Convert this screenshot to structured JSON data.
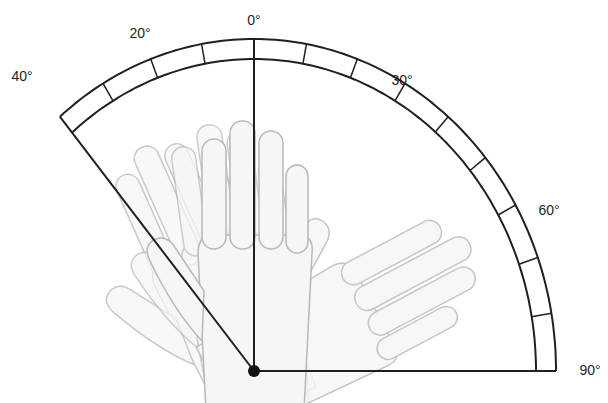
{
  "diagram": {
    "labels": [
      "20°",
      "0°",
      "40°",
      "30°",
      "60°",
      "90°"
    ]
  }
}
